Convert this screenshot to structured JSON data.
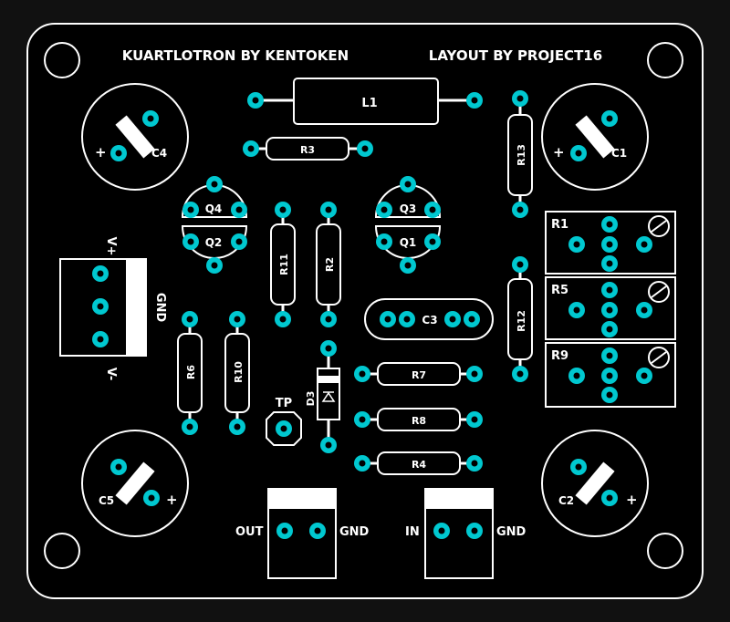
{
  "header": {
    "left_title": "KUARTLOTRON BY KENTOKEN",
    "right_title": "LAYOUT BY PROJECT16"
  },
  "inductor": {
    "label": "L1"
  },
  "caps": {
    "c1": "C1",
    "c2": "C2",
    "c3": "C3",
    "c4": "C4",
    "c5": "C5",
    "plus": "+"
  },
  "transistors": {
    "q1": "Q1",
    "q2": "Q2",
    "q3": "Q3",
    "q4": "Q4"
  },
  "resistors": {
    "r2": "R2",
    "r3": "R3",
    "r4": "R4",
    "r6": "R6",
    "r7": "R7",
    "r8": "R8",
    "r10": "R10",
    "r11": "R11",
    "r12": "R12",
    "r13": "R13"
  },
  "trimmers": {
    "r1": "R1",
    "r5": "R5",
    "r9": "R9"
  },
  "diode": {
    "label": "D3"
  },
  "testpoint": {
    "label": "TP"
  },
  "power_connector": {
    "vplus": "V+",
    "gnd": "GND",
    "vminus": "V-"
  },
  "out_connector": {
    "out": "OUT",
    "gnd": "GND"
  },
  "in_connector": {
    "in": "IN",
    "gnd": "GND"
  },
  "colors": {
    "board": "#000000",
    "background": "#111111",
    "silkscreen": "#ffffff",
    "pad": "#00c8d0"
  }
}
